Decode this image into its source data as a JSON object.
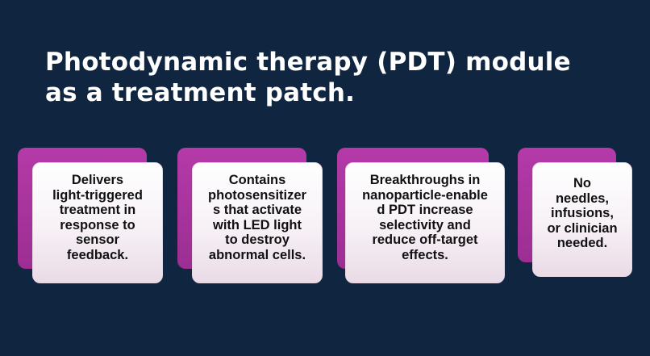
{
  "slide": {
    "title_line1": "Photodynamic therapy (PDT) module",
    "title_line2": "as a treatment patch."
  },
  "cards": [
    {
      "text": "Delivers\nlight-triggered\ntreatment in\nresponse to\nsensor\nfeedback."
    },
    {
      "text": "Contains\nphotosensitizer\ns that activate\nwith LED light\nto destroy\nabnormal cells."
    },
    {
      "text": "Breakthroughs in\nnanoparticle-enable\nd PDT increase\nselectivity and\nreduce off-target\neffects."
    },
    {
      "text": "No\nneedles,\ninfusions,\nor clinician\nneeded."
    }
  ],
  "colors": {
    "background": "#10253f",
    "accent": "#a8339d",
    "card": "#f7f1f6"
  }
}
